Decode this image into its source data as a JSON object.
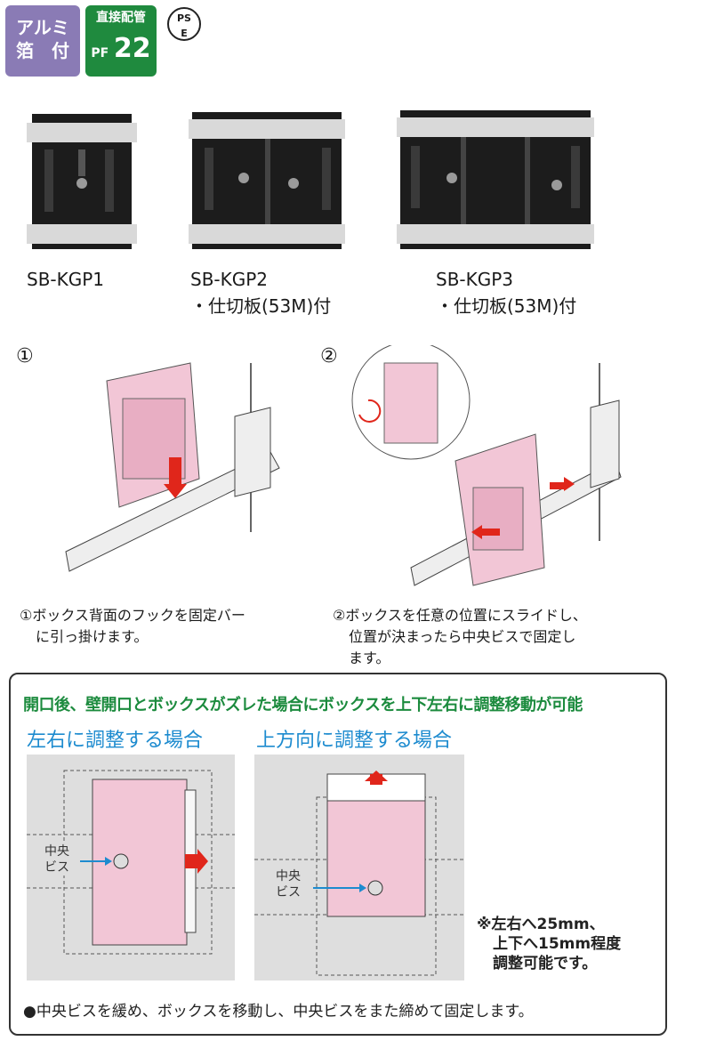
{
  "badges": {
    "alu_line1": "アルミ",
    "alu_line2": "箔　付",
    "pf_top": "直接配管",
    "pf_prefix": "PF",
    "pf_number": "22",
    "pse_top": "PS",
    "pse_bottom": "E"
  },
  "products": [
    {
      "model": "SB-KGP1",
      "note": ""
    },
    {
      "model": "SB-KGP2",
      "note": "・仕切板(53M)付"
    },
    {
      "model": "SB-KGP3",
      "note": "・仕切板(53M)付"
    }
  ],
  "steps": [
    {
      "num": "①",
      "text_line1": "①ボックス背面のフックを固定バー",
      "text_line2": "に引っ掛けます。"
    },
    {
      "num": "②",
      "text_line1": "②ボックスを任意の位置にスライドし、",
      "text_line2": "位置が決まったら中央ビスで固定し",
      "text_line3": "ます。"
    }
  ],
  "adjust": {
    "headline": "開口後、壁開口とボックスがズレた場合にボックスを上下左右に調整移動が可能",
    "left_caption": "左右に調整する場合",
    "right_caption": "上方向に調整する場合",
    "screw_label_1": "中央",
    "screw_label_2": "ビス",
    "note_line1": "※左右へ25mm、",
    "note_line2": "上下へ15mm程度",
    "note_line3": "調整可能です。",
    "bottom_text": "●中央ビスを緩め、ボックスを移動し、中央ビスをまた締めて固定します。"
  },
  "colors": {
    "alu_badge": "#8a7bb5",
    "pf_badge": "#1f8a3e",
    "box_pink": "#f2c6d6",
    "headline_green": "#1c8b3e",
    "caption_blue": "#1d8bcf",
    "arrow_red": "#e0261b"
  }
}
